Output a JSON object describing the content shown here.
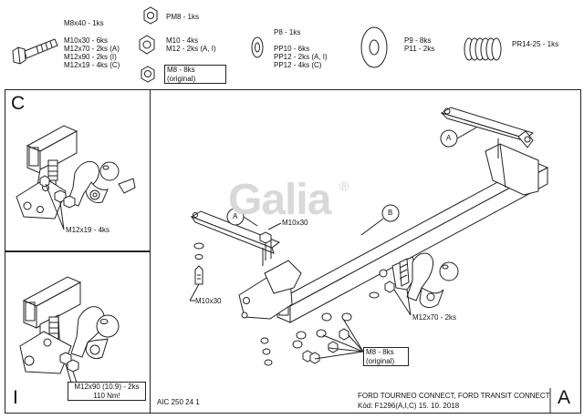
{
  "parts": {
    "bolt": [
      "M8x40 - 1ks",
      "M10x30 - 6ks",
      "M12x70 - 2ks (A)",
      "M12x90 - 2ks (I)",
      "M12x19 - 4ks (C)"
    ],
    "nut_pm8": "PM8 - 1ks",
    "nut_m10": [
      "M10 - 4ks",
      "M12 - 2ks (A, I)"
    ],
    "nut_m8_original": [
      "M8 - 8ks",
      "(original)"
    ],
    "washer_small": [
      "P8 - 1ks",
      "PP10 - 6ks",
      "PP12 - 2ks (A, I)",
      "PP12 - 4ks (C)"
    ],
    "washer_large": [
      "P9 - 8ks",
      "P11 - 2ks"
    ],
    "spring": "PR14-25 - 1ks"
  },
  "panel_c": {
    "letter": "C",
    "callout": "M12x19 - 4ks"
  },
  "panel_i": {
    "letter": "I",
    "callout": [
      "M12x90 (10.9) - 2ks",
      "110 Nm!"
    ]
  },
  "main": {
    "letter": "A",
    "labels": {
      "a1": "A",
      "a2": "A",
      "b": "B"
    },
    "callouts": {
      "m10x30_top": "M10x30",
      "m10x30_left": "M10x30",
      "m12x70": "M12x70 - 2ks",
      "m8": [
        "M8 - 8ks",
        "(original)"
      ]
    },
    "logo": "Galia",
    "logo_mark": "®"
  },
  "footer": {
    "code": "AIC 250 24 1",
    "vehicle": "FORD TOURNEO CONNECT, FORD TRANSIT CONNECT",
    "kod": "Kód: F1296(A,I,C)  15. 10. 2018"
  }
}
